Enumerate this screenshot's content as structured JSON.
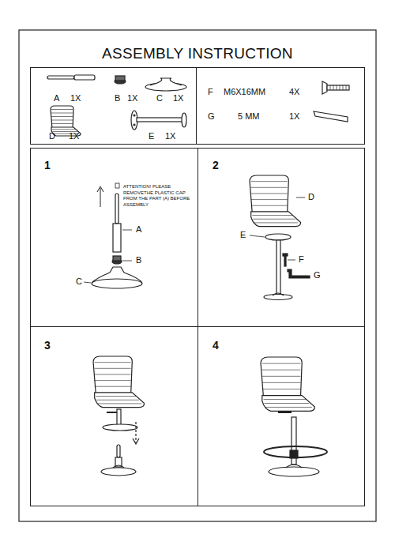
{
  "diagram": {
    "title": "ASSEMBLY INSTRUCTION",
    "nodes": [
      {
        "text": [
          "A",
          "1X",
          "B",
          "1X",
          "C",
          "1X",
          "D",
          "1X",
          "E",
          "1X"
        ]
      },
      {
        "text": [
          "F",
          "M6X16MM",
          "4X",
          "G",
          "5 MM",
          "1X"
        ]
      },
      {
        "text": [
          "1",
          "ATTENTION! PLEASE REMOVETHE PLASTIC CAP FROM THE PART (A) BEFORE ASSEMBLY",
          "A",
          "B",
          "C"
        ]
      },
      {
        "text": [
          "2",
          "D",
          "E",
          "F",
          "G"
        ]
      },
      {
        "text": [
          "3"
        ]
      },
      {
        "text": [
          "4"
        ]
      }
    ],
    "edges": []
  }
}
